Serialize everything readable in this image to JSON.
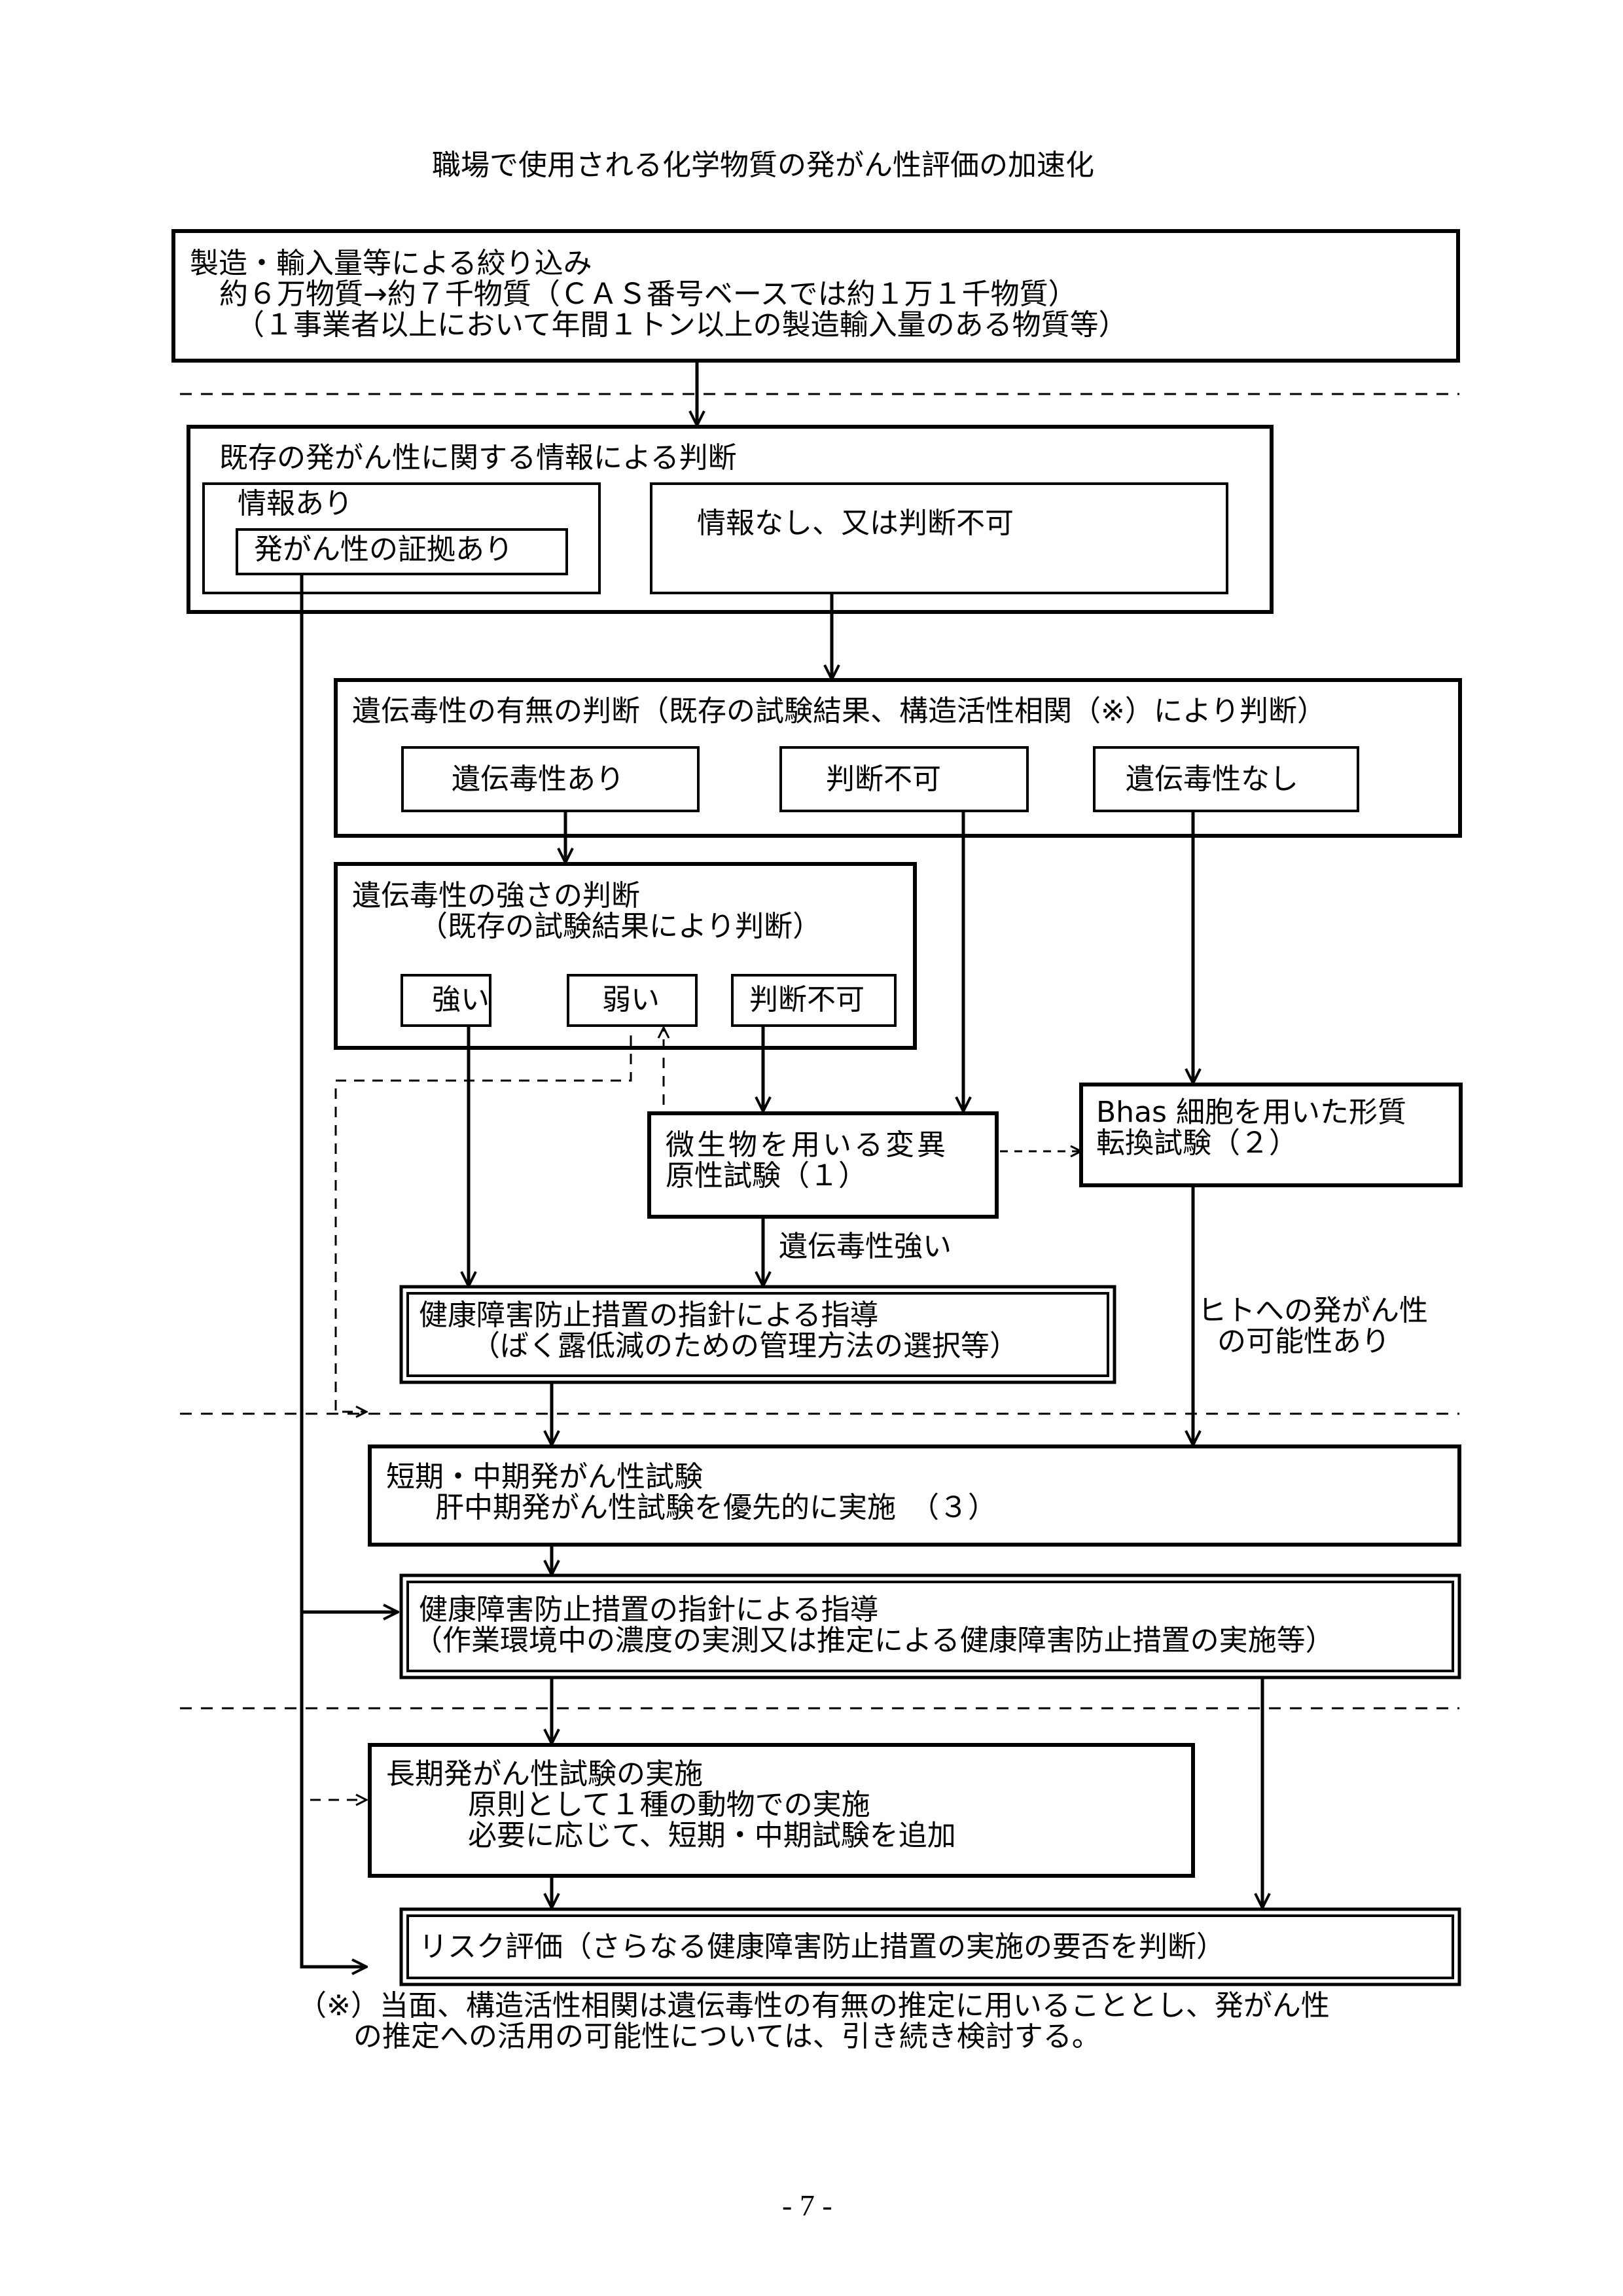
{
  "document": {
    "title": "職場で使用される化学物質の発がん性評価の加速化",
    "page_number": "- 7 -"
  },
  "flow": {
    "screening": {
      "line1": "製造・輸入量等による絞り込み",
      "line2": "約６万物質→約７千物質（ＣＡＳ番号ベースでは約１万１千物質）",
      "line3": "（１事業者以上において年間１トン以上の製造輸入量のある物質等）"
    },
    "existing_info": {
      "heading": "既存の発がん性に関する情報による判断",
      "has_info": "情報あり",
      "evidence": "発がん性の証拠あり",
      "no_info": "情報なし、又は判断不可"
    },
    "genotox_presence": {
      "heading": "遺伝毒性の有無の判断（既存の試験結果、構造活性相関（※）により判断）",
      "options": [
        "遺伝毒性あり",
        "判断不可",
        "遺伝毒性なし"
      ]
    },
    "genotox_strength": {
      "heading": "遺伝毒性の強さの判断",
      "subheading": "（既存の試験結果により判断）",
      "options": [
        "強い",
        "弱い",
        "判断不可"
      ]
    },
    "mutagenicity_test": {
      "line1": "微生物を用いる変異",
      "line2": "原性試験（１）"
    },
    "bhas_test": {
      "line1": "Bhas 細胞を用いた形質",
      "line2": "転換試験（２）"
    },
    "labels": {
      "strong_genotox": "遺伝毒性強い",
      "human_carcinogen_line1": "ヒトへの発がん性",
      "human_carcinogen_line2": "の可能性あり"
    },
    "guidance_exposure": {
      "line1": "健康障害防止措置の指針による指導",
      "line2": "（ばく露低減のための管理方法の選択等）"
    },
    "short_mid_test": {
      "line1": "短期・中期発がん性試験",
      "line2": "肝中期発がん性試験を優先的に実施　（３）"
    },
    "guidance_measurement": {
      "line1": "健康障害防止措置の指針による指導",
      "line2": "（作業環境中の濃度の実測又は推定による健康障害防止措置の実施等）"
    },
    "long_term_test": {
      "line1": "長期発がん性試験の実施",
      "line2": "原則として１種の動物での実施",
      "line3": "必要に応じて、短期・中期試験を追加"
    },
    "risk_assessment": {
      "line1": "リスク評価（さらなる健康障害防止措置の実施の要否を判断）"
    }
  },
  "footnote": {
    "line1": "（※）当面、構造活性相関は遺伝毒性の有無の推定に用いることとし、発がん性",
    "line2": "の推定への活用の可能性については、引き続き検討する。"
  }
}
